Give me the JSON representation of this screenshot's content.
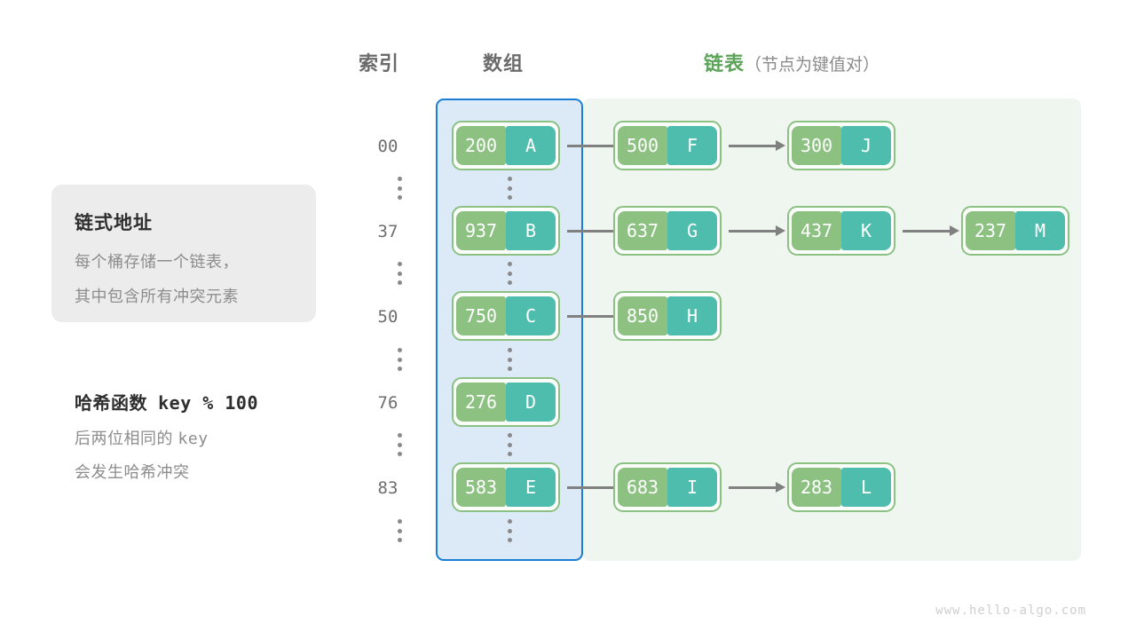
{
  "headings": {
    "index": "索引",
    "array": "数组",
    "list_main": "链表",
    "list_sub": "（节点为键值对）"
  },
  "info_card": {
    "title": "链式地址",
    "line1": "每个桶存储一个链表，",
    "line2": "其中包含所有冲突元素"
  },
  "hash_function": {
    "label": "哈希函数",
    "expression": "key % 100",
    "line1_a": "后两位相同的",
    "line1_b": "key",
    "line2": "会发生哈希冲突"
  },
  "watermark": "www.hello-algo.com",
  "colors": {
    "array_panel_fill": "#dceaf7",
    "array_panel_border": "#1a7fd4",
    "list_panel_fill": "#eff6ef",
    "key_box": "#8cc182",
    "value_box": "#4fbdae",
    "node_border": "#8bc182",
    "arrow": "#808080",
    "heading_gray": "#6b6b6b",
    "heading_green": "#5da35a",
    "index_text": "#6e6e6e",
    "info_card_fill": "#ececec",
    "watermark": "#cfcfcf"
  },
  "buckets": [
    {
      "index": "00",
      "nodes": [
        {
          "key": "200",
          "value": "A"
        },
        {
          "key": "500",
          "value": "F"
        },
        {
          "key": "300",
          "value": "J"
        }
      ]
    },
    {
      "index": "37",
      "nodes": [
        {
          "key": "937",
          "value": "B"
        },
        {
          "key": "637",
          "value": "G"
        },
        {
          "key": "437",
          "value": "K"
        },
        {
          "key": "237",
          "value": "M"
        }
      ]
    },
    {
      "index": "50",
      "nodes": [
        {
          "key": "750",
          "value": "C"
        },
        {
          "key": "850",
          "value": "H"
        }
      ]
    },
    {
      "index": "76",
      "nodes": [
        {
          "key": "276",
          "value": "D"
        }
      ]
    },
    {
      "index": "83",
      "nodes": [
        {
          "key": "583",
          "value": "E"
        },
        {
          "key": "683",
          "value": "I"
        },
        {
          "key": "283",
          "value": "L"
        }
      ]
    }
  ],
  "ellipsis_rows": 5
}
